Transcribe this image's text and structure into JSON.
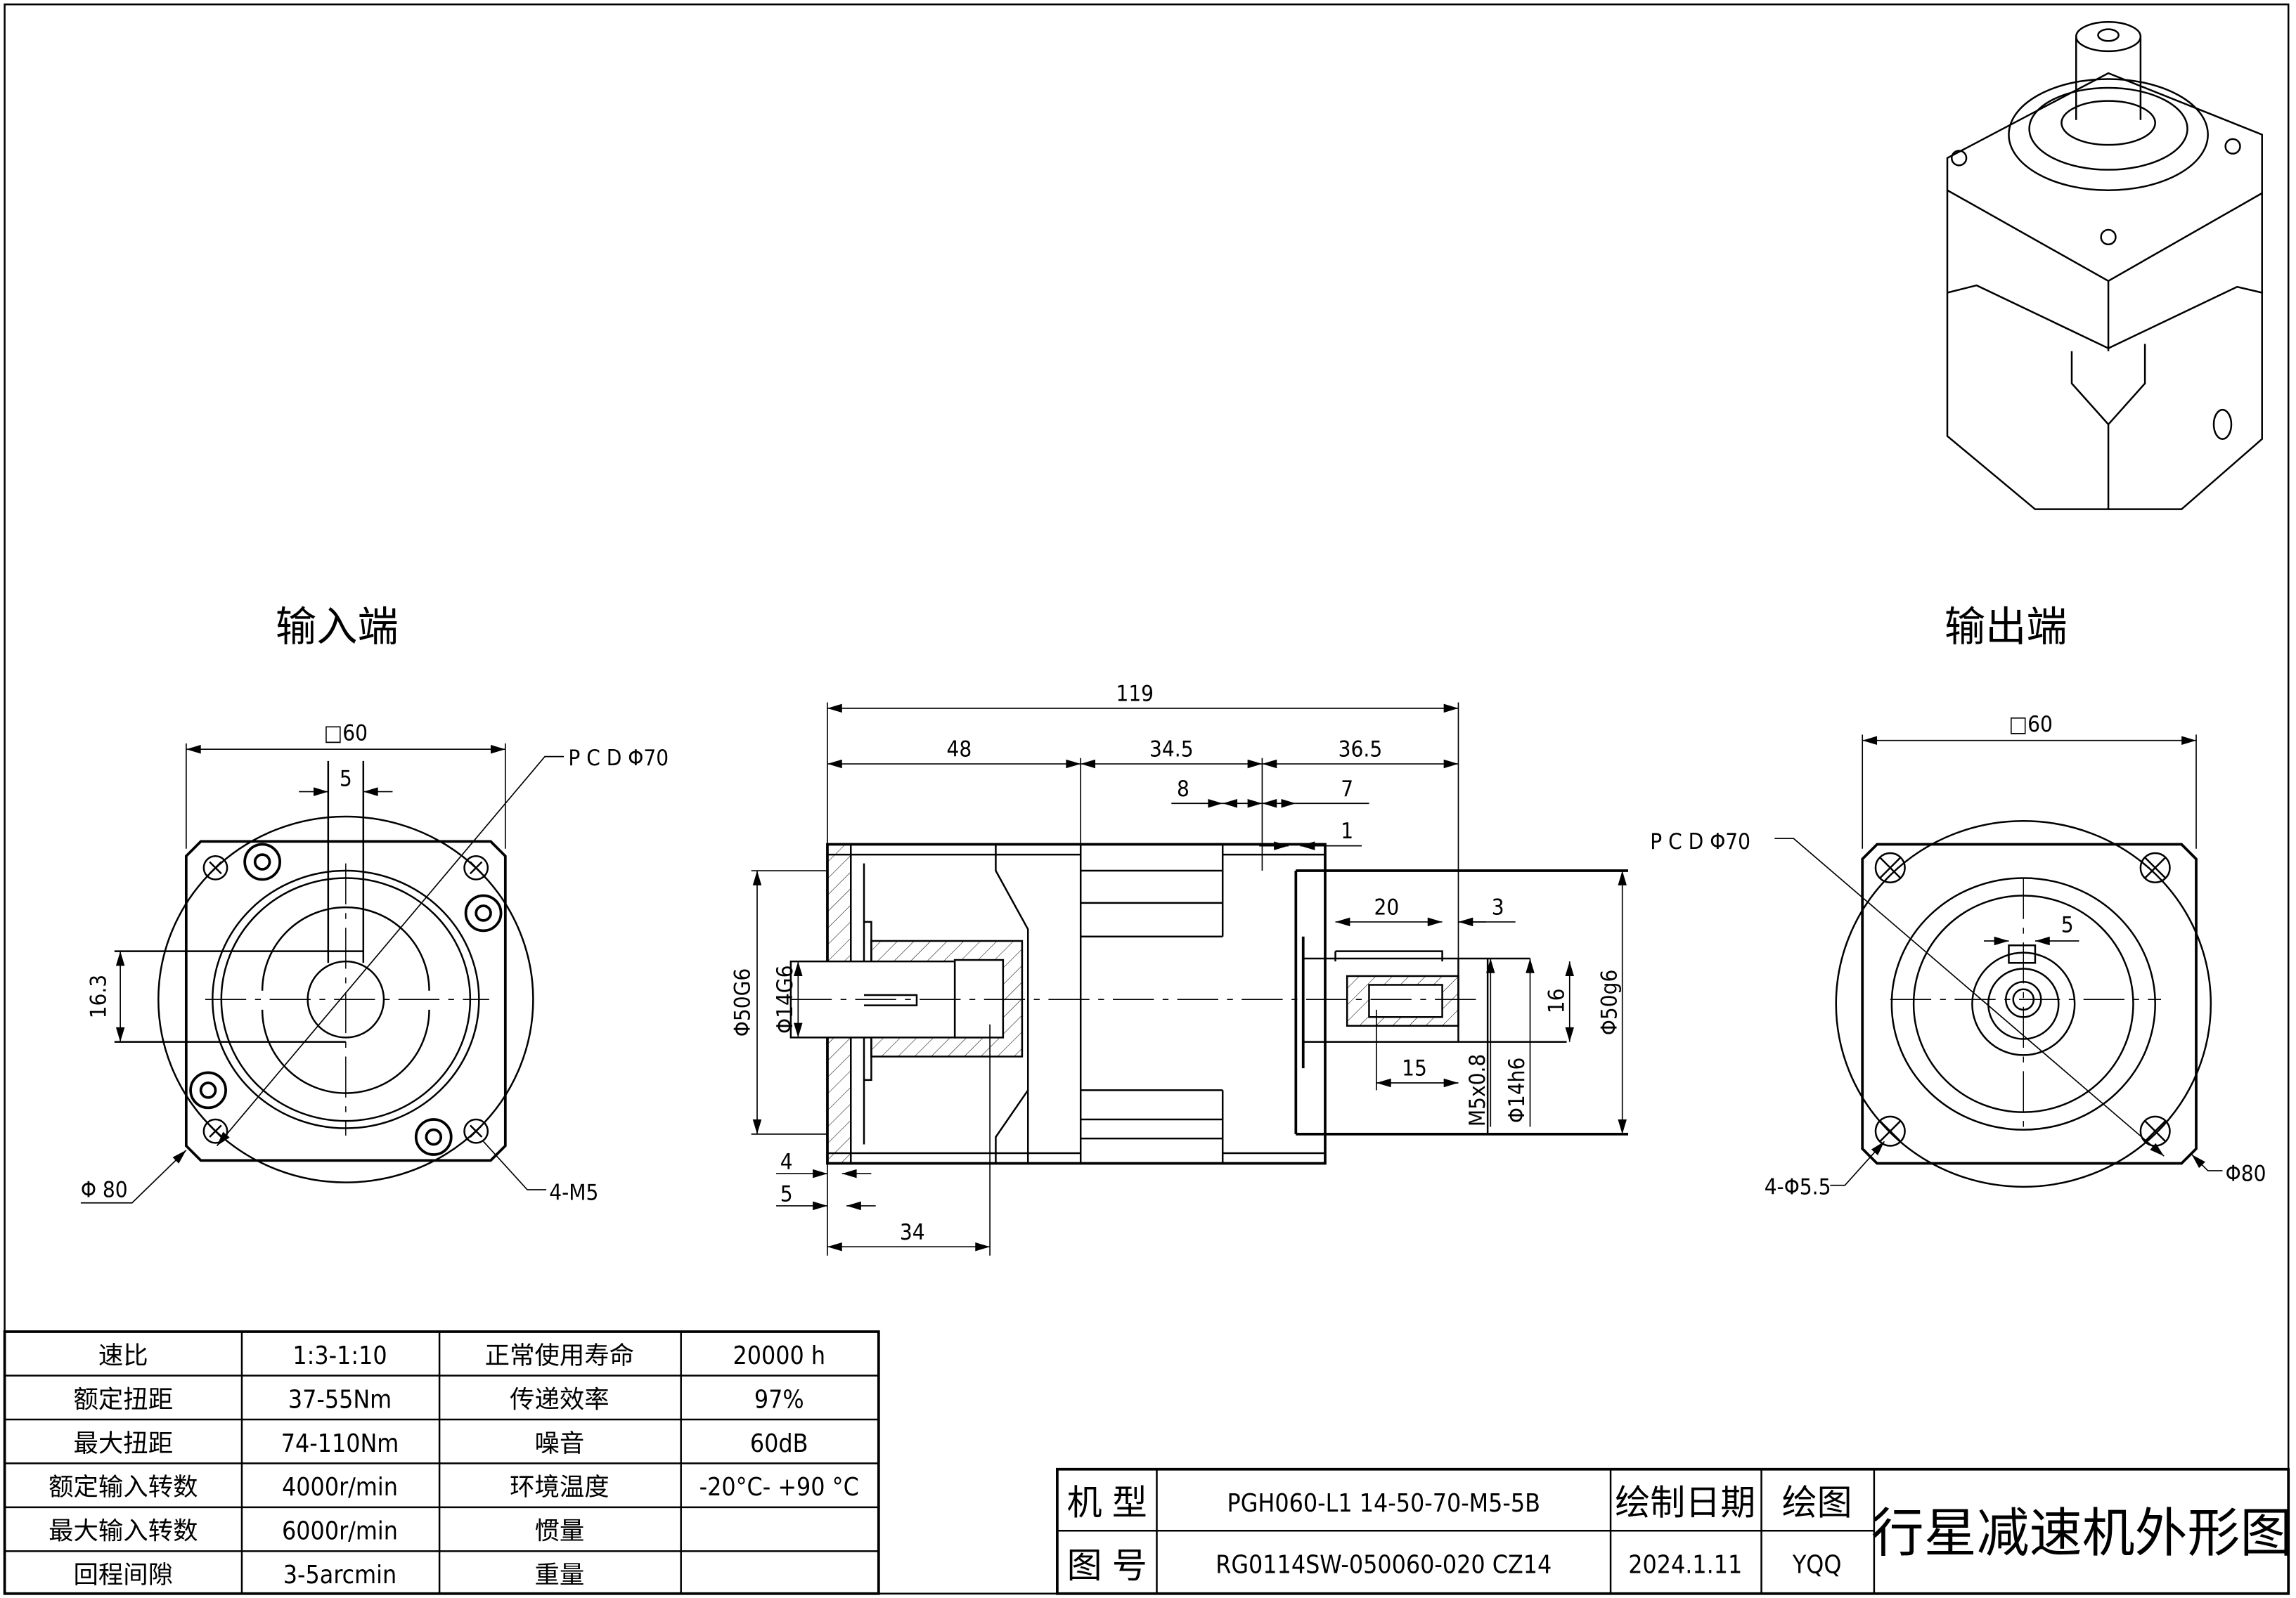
{
  "views": {
    "input_side": {
      "title": "输入端",
      "square": "□60",
      "keyway_width": "5",
      "pcd": "P C D Φ70",
      "height": "16.3",
      "circle": "Φ 80",
      "threads": "4-M5"
    },
    "section": {
      "overall": "119",
      "seg1": "48",
      "seg2": "34.5",
      "seg3": "36.5",
      "d8": "8",
      "d7": "7",
      "d1": "1",
      "pilot_in": "Φ50G6",
      "bore_in": "Φ14G6",
      "key_len": "20",
      "key_off": "3",
      "key_height": "16",
      "pilot_out": "Φ50g6",
      "thread_depth": "15",
      "thread": "M5x0.8",
      "shaft": "Φ14h6",
      "d4": "4",
      "d5": "5",
      "d34": "34"
    },
    "output_side": {
      "title": "输出端",
      "square": "□60",
      "pcd": "P C D Φ70",
      "keyway_width": "5",
      "holes": "4-Φ5.5",
      "circle": "Φ80"
    }
  },
  "spec_table": {
    "rows": [
      {
        "k1": "速比",
        "v1": "1:3-1:10",
        "k2": "正常使用寿命",
        "v2": "20000 h"
      },
      {
        "k1": "额定扭距",
        "v1": "37-55Nm",
        "k2": "传递效率",
        "v2": "97%"
      },
      {
        "k1": "最大扭距",
        "v1": "74-110Nm",
        "k2": "噪音",
        "v2": "60dB"
      },
      {
        "k1": "额定输入转数",
        "v1": "4000r/min",
        "k2": "环境温度",
        "v2": "-20°C- +90 °C"
      },
      {
        "k1": "最大输入转数",
        "v1": "6000r/min",
        "k2": "惯量",
        "v2": ""
      },
      {
        "k1": "回程间隙",
        "v1": "3-5arcmin",
        "k2": "重量",
        "v2": ""
      }
    ]
  },
  "title_block": {
    "model_label": "机 型",
    "model_value": "PGH060-L1 14-50-70-M5-5B",
    "drawing_no_label": "图 号",
    "drawing_no_value": "RG0114SW-050060-020 CZ14",
    "date_label": "绘制日期",
    "date_value": "2024.1.11",
    "drawer_label": "绘图",
    "drawer_value": "YQQ",
    "drawing_title": "行星减速机外形图"
  }
}
